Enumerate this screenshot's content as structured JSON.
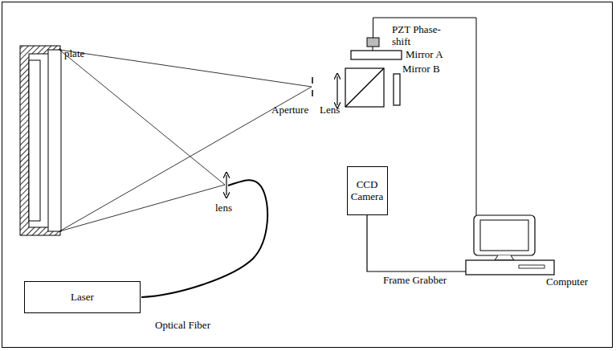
{
  "diagram": {
    "nodes": [
      {
        "text": [
          "Laser"
        ]
      },
      {
        "text": [
          "CCD Camera"
        ]
      },
      {
        "text": [
          "Computer"
        ]
      }
    ],
    "edges": [
      {
        "from": 1,
        "to": 2,
        "arrow": "none",
        "label": "Frame Grabber"
      }
    ],
    "labels": [
      "plate",
      "PZT Phase-shift",
      "Mirror A",
      "Mirror B",
      "Aperture",
      "Lens",
      "lens",
      "Optical Fiber"
    ]
  }
}
